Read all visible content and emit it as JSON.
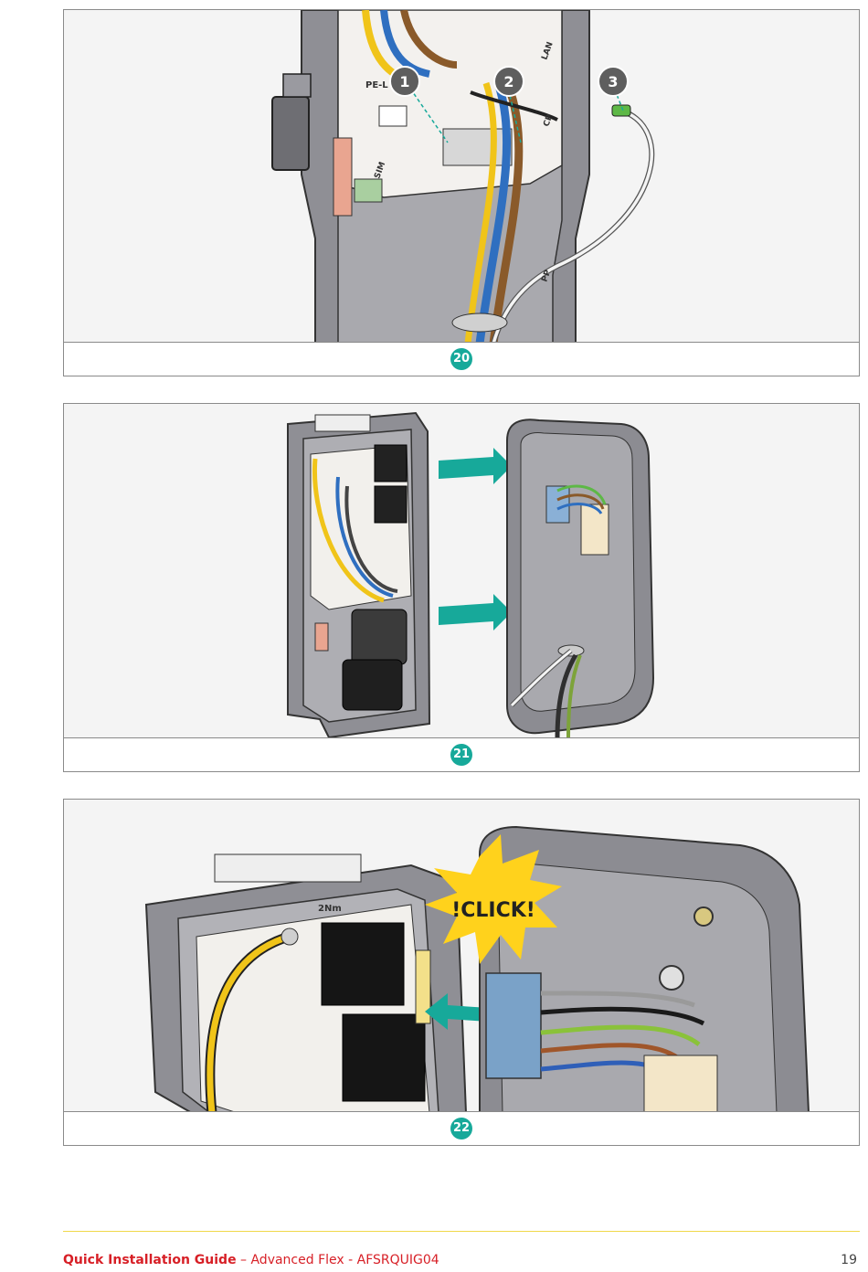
{
  "steps": [
    {
      "number": "20",
      "callouts": [
        "1",
        "2",
        "3"
      ],
      "labels": [
        "PE-L",
        "LAN",
        "SIM",
        "CP",
        "PP"
      ]
    },
    {
      "number": "21"
    },
    {
      "number": "22",
      "click_text": "!CLICK!",
      "torque_label": "2Nm"
    }
  ],
  "footer": {
    "title": "Quick Installation Guide",
    "subtitle": " – Advanced Flex - AFSRQUIG04",
    "page_number": "19"
  },
  "colors": {
    "accent": "#17a99a",
    "footer_red": "#d71f26",
    "rule": "#f0d84a",
    "click_star": "#ffd21c"
  }
}
